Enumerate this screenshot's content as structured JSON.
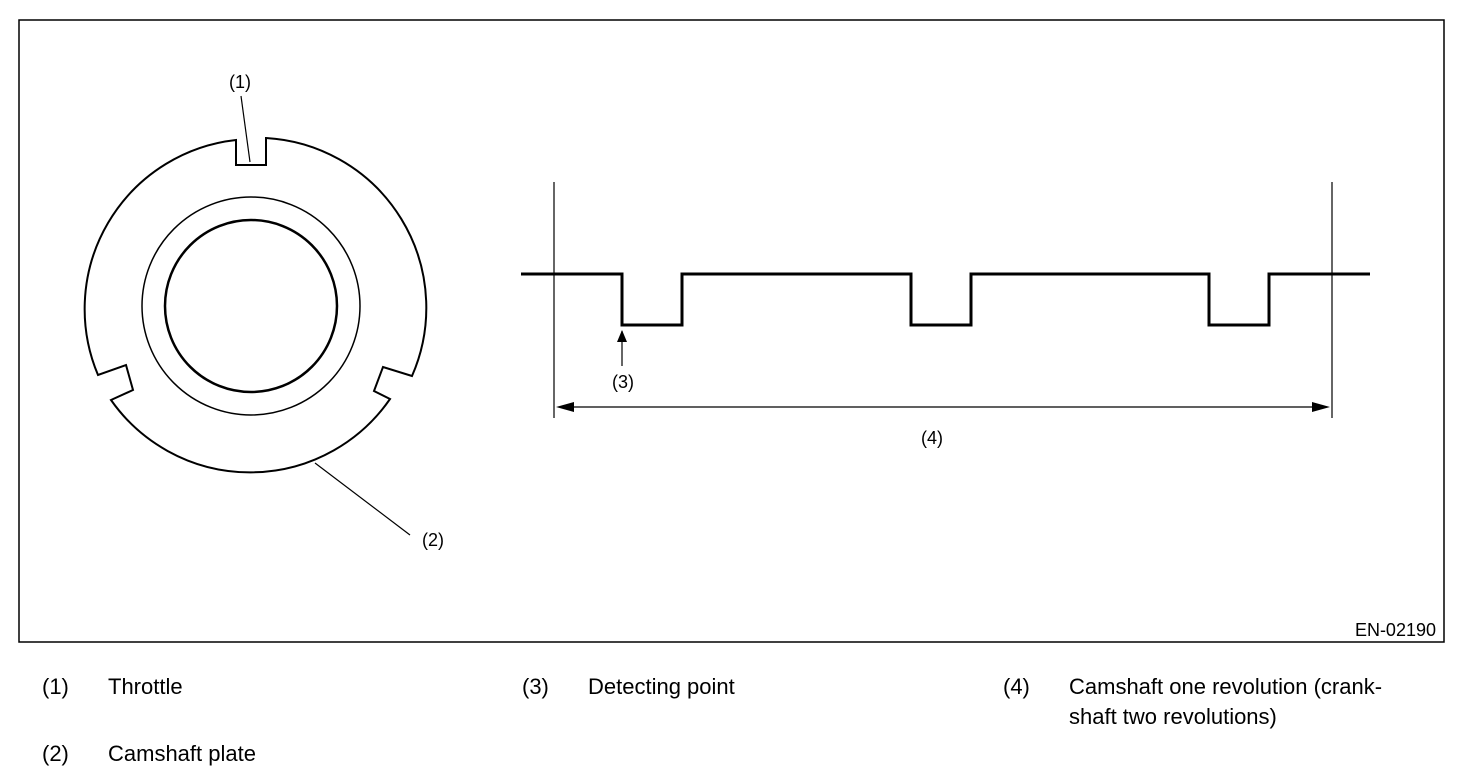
{
  "figure": {
    "callouts": {
      "c1": "(1)",
      "c2": "(2)",
      "c3": "(3)",
      "c4": "(4)"
    },
    "figure_id": "EN-02190"
  },
  "legend": [
    {
      "num": "(1)",
      "text": "Throttle"
    },
    {
      "num": "(2)",
      "text": "Camshaft plate"
    },
    {
      "num": "(3)",
      "text": "Detecting point"
    },
    {
      "num": "(4)",
      "line1": "Camshaft one revolution (crank-",
      "line2": "shaft two revolutions)"
    }
  ]
}
